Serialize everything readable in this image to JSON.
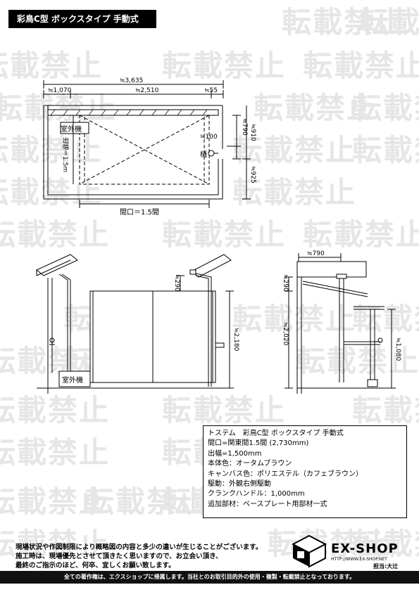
{
  "title": "彩鳥C型 ボックスタイプ 手動式",
  "watermark": "転載禁止",
  "plan": {
    "dim_total": "≒3,635",
    "dim_left": "≒1,070",
    "dim_mid": "≒2,510",
    "dim_right": "≒55",
    "dim_790": "≒790",
    "dim_910": "≒910",
    "dim_100": "≒100",
    "dim_925": "≒925",
    "outdoor_unit": "室外機",
    "projection": "出幅＝1.5m",
    "gutter": "樋",
    "frontage": "間口＝1.5間"
  },
  "front": {
    "dim_290": "≒290",
    "dim_2180": "≒2,180",
    "outdoor_unit": "室外機"
  },
  "side": {
    "dim_790": "≒790",
    "dim_290": "≒290",
    "dim_2020": "≒2,020",
    "dim_1080": "≒1,080"
  },
  "spec": [
    "トステム　彩鳥C型 ボックスタイプ 手動式",
    "間口=関東間1.5間 (2,730mm)",
    "出幅=1,500mm",
    "本体色：オータムブラウン",
    "キャンバス色：ポリエステル（カフェブラウン）",
    "駆動：外観右側駆動",
    "クランクハンドル：1,000mm",
    "追加部材：ベースプレート用部材一式"
  ],
  "notes": [
    "現場状況や作図制限により概略図の内容と多少の違いが生じることがございます。",
    "施工時は、現場優先とさせて頂きたく思いますので、お立会い頂き、",
    "最終のご指示のほど、何卒、宜しくお願い致します。"
  ],
  "logo": {
    "name": "EX-SHOP",
    "url": "HTTP://WWW.EX-SHOP.NET",
    "staff": "担当:大辻"
  },
  "footer": "全ての著作権は、エクスショップに帰属します。当社とのお取引目的外の使用・複製・転載禁止となっております。"
}
